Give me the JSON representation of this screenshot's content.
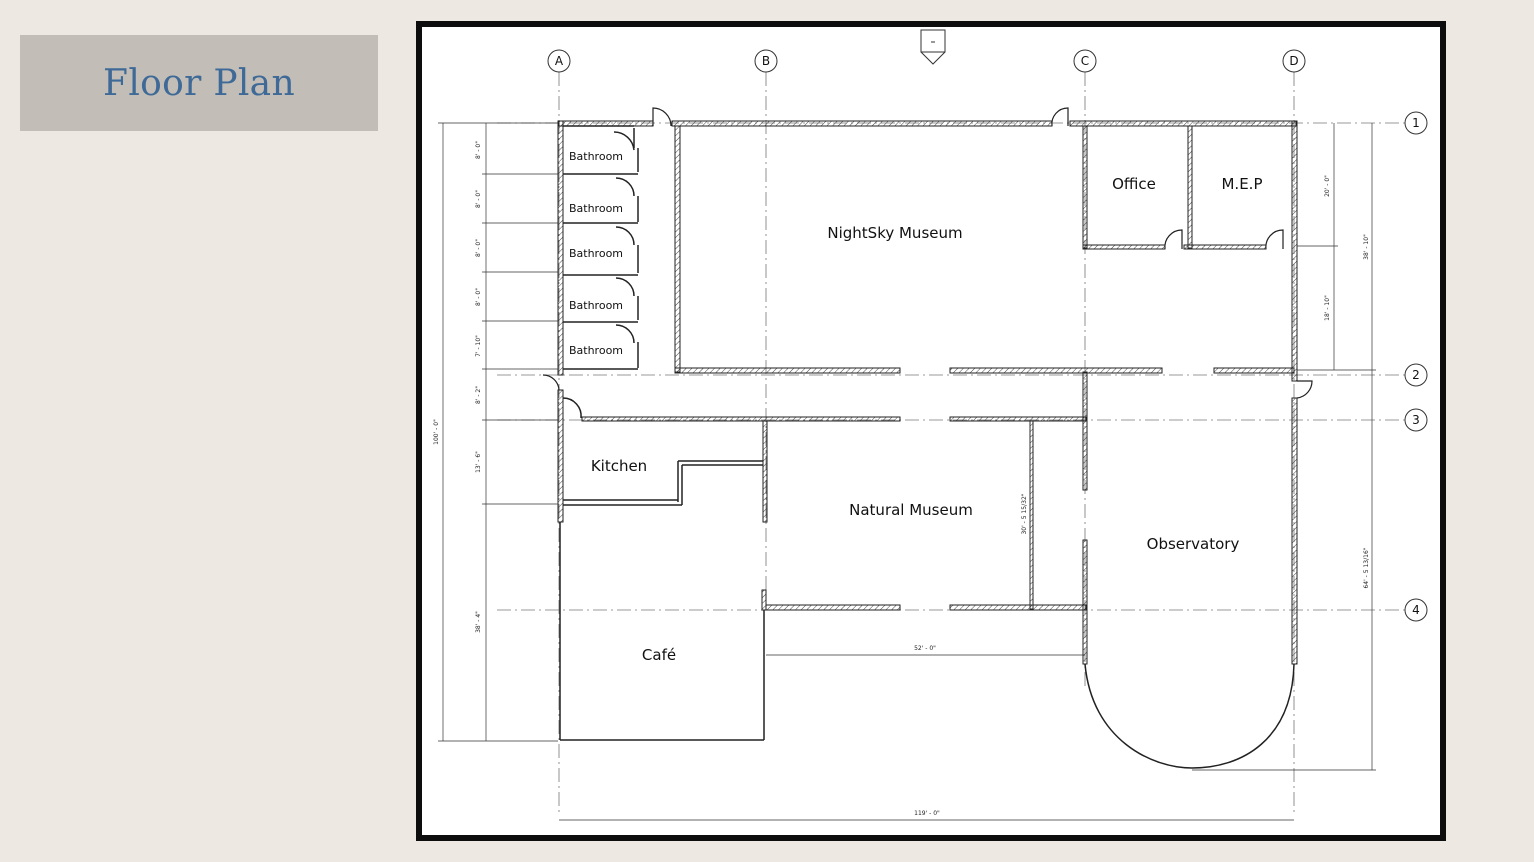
{
  "page_title": "Floor Plan",
  "grid_labels": {
    "columns": [
      "A",
      "B",
      "C",
      "D"
    ],
    "rows": [
      "1",
      "2",
      "3",
      "4"
    ]
  },
  "rooms": {
    "bathrooms": [
      "Bathroom",
      "Bathroom",
      "Bathroom",
      "Bathroom",
      "Bathroom"
    ],
    "nightsky": "NightSky Museum",
    "office": "Office",
    "mep": "M.E.P",
    "kitchen": "Kitchen",
    "natural": "Natural Museum",
    "observatory": "Observatory",
    "cafe": "Café"
  },
  "dimensions": {
    "left_segments": [
      "8' - 0\"",
      "8' - 0\"",
      "8' - 0\"",
      "8' - 0\"",
      "7' - 10\"",
      "8' - 2\"",
      "13' - 6\"",
      "38' - 4\""
    ],
    "left_total": "100' - 0\"",
    "right_upper": "20' - 0\"",
    "right_middle": "18' - 10\"",
    "right_total_upper": "38' - 10\"",
    "right_total_lower": "64' - 5 13/16\"",
    "natural_depth": "30' - 5 15/32\"",
    "natural_width": "52' - 0\"",
    "overall_width": "119' - 0\""
  }
}
